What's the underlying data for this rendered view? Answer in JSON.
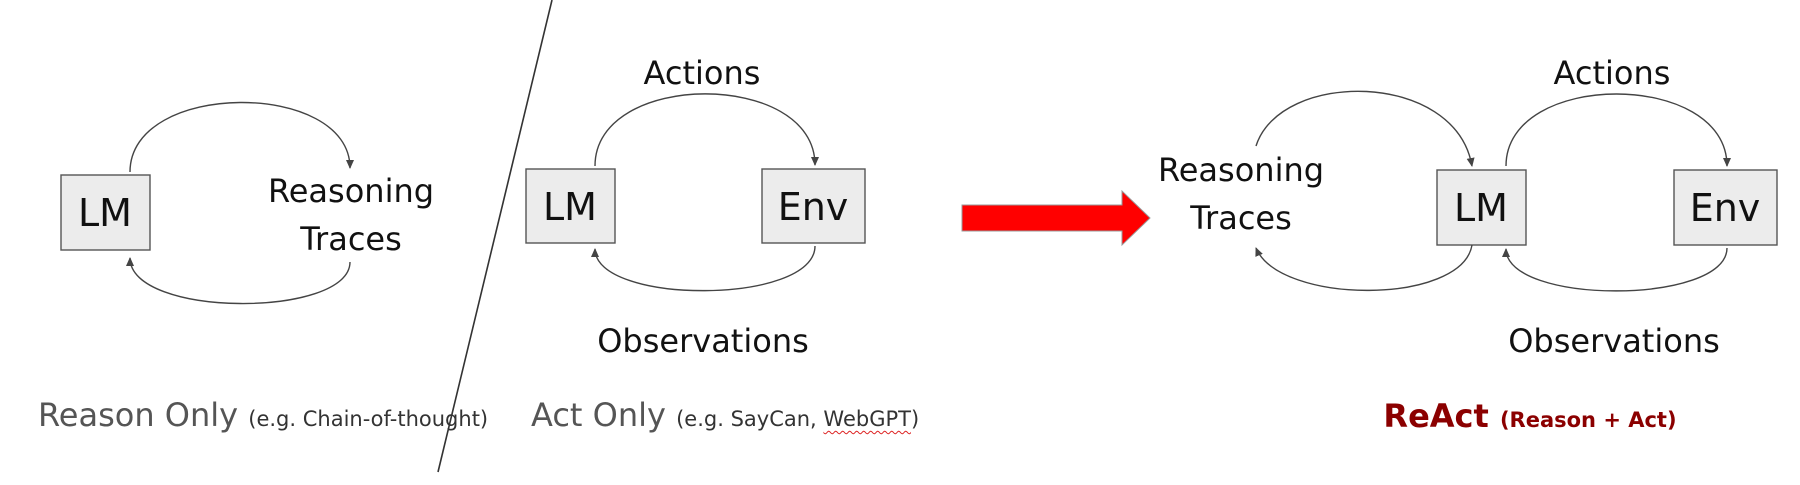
{
  "reason_only": {
    "box": "LM",
    "traces_line1": "Reasoning",
    "traces_line2": "Traces",
    "caption_main": "Reason Only",
    "caption_sub": "(e.g. Chain-of-thought)"
  },
  "act_only": {
    "box_lm": "LM",
    "box_env": "Env",
    "actions": "Actions",
    "observations": "Observations",
    "caption_main": "Act Only",
    "caption_sub_pre": "(e.g. SayCan, ",
    "caption_sub_marked": "WebGPT",
    "caption_sub_post": ")"
  },
  "react": {
    "traces_line1": "Reasoning",
    "traces_line2": "Traces",
    "box_lm": "LM",
    "box_env": "Env",
    "actions": "Actions",
    "observations": "Observations",
    "caption_main": "ReAct",
    "caption_sub": "(Reason + Act)"
  },
  "colors": {
    "arrow_fill": "#ff0000",
    "react_caption": "#8b0000",
    "box_fill": "#ececec",
    "spellcheck_underline": "#dd2222"
  },
  "icons": {
    "transition_arrow": "right-arrow-icon"
  }
}
